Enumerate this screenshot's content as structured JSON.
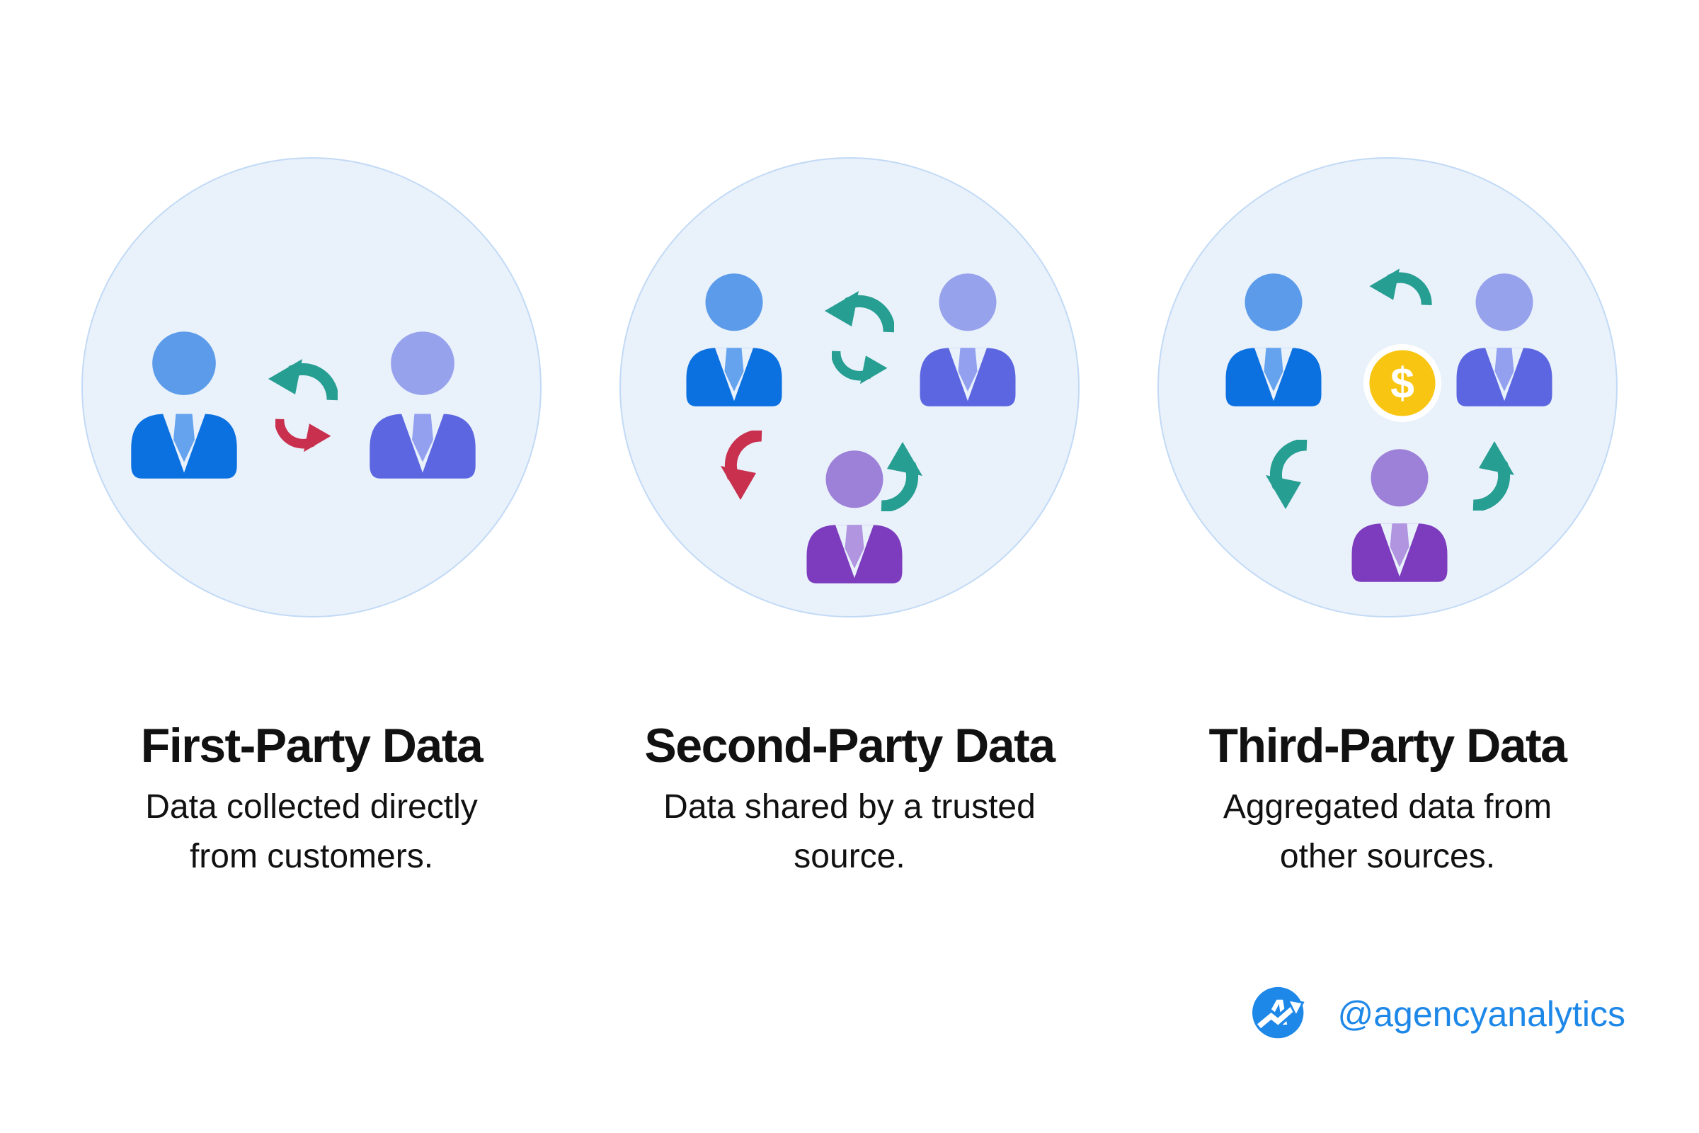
{
  "cards": [
    {
      "title": "First-Party Data",
      "description": "Data collected directly\nfrom customers.",
      "icons": [
        "person-blue",
        "exchange-arrows",
        "person-periwinkle"
      ]
    },
    {
      "title": "Second-Party Data",
      "description": "Data shared by a trusted\nsource.",
      "icons": [
        "person-blue",
        "exchange-arrows",
        "person-periwinkle",
        "curved-arrow-down",
        "person-purple",
        "curved-arrow-up"
      ]
    },
    {
      "title": "Third-Party Data",
      "description": "Aggregated data from\nother sources.",
      "icons": [
        "person-blue",
        "undo-arrow",
        "person-periwinkle",
        "curved-arrow-down",
        "dollar-coin",
        "person-purple",
        "curved-arrow-up"
      ]
    }
  ],
  "footer": {
    "handle": "@agencyanalytics",
    "logo": "agencyanalytics-logo"
  },
  "colors": {
    "background": "#FFFFFF",
    "circle_fill": "#E9F1FB",
    "circle_border": "#C2DAF6",
    "text": "#111111",
    "brand_blue": "#1E88E8",
    "teal_arrow": "#269E92",
    "red_arrow": "#C8304E",
    "coin_gold": "#F9C513",
    "person_blue_head": "#5B9BEA",
    "person_blue_body": "#0B70E0",
    "person_periwinkle_head": "#97A2EC",
    "person_periwinkle_body": "#5B66E0",
    "person_purple_head": "#9D80D8",
    "person_purple_body": "#7C3CBD"
  }
}
